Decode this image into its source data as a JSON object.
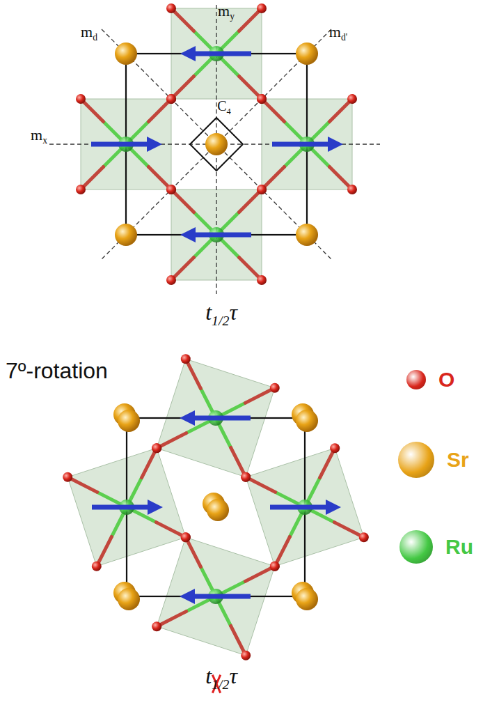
{
  "diagram": {
    "labels": [
      "my",
      "md",
      "md'",
      "C4",
      "mx",
      "t1/2τ",
      "7º-rotation",
      "t1/2τ"
    ],
    "legend": [
      {
        "text": "O",
        "color": "#d9261c"
      },
      {
        "text": "Sr",
        "color": "#e8a317"
      },
      {
        "text": "Ru",
        "color": "#44c844"
      }
    ]
  }
}
